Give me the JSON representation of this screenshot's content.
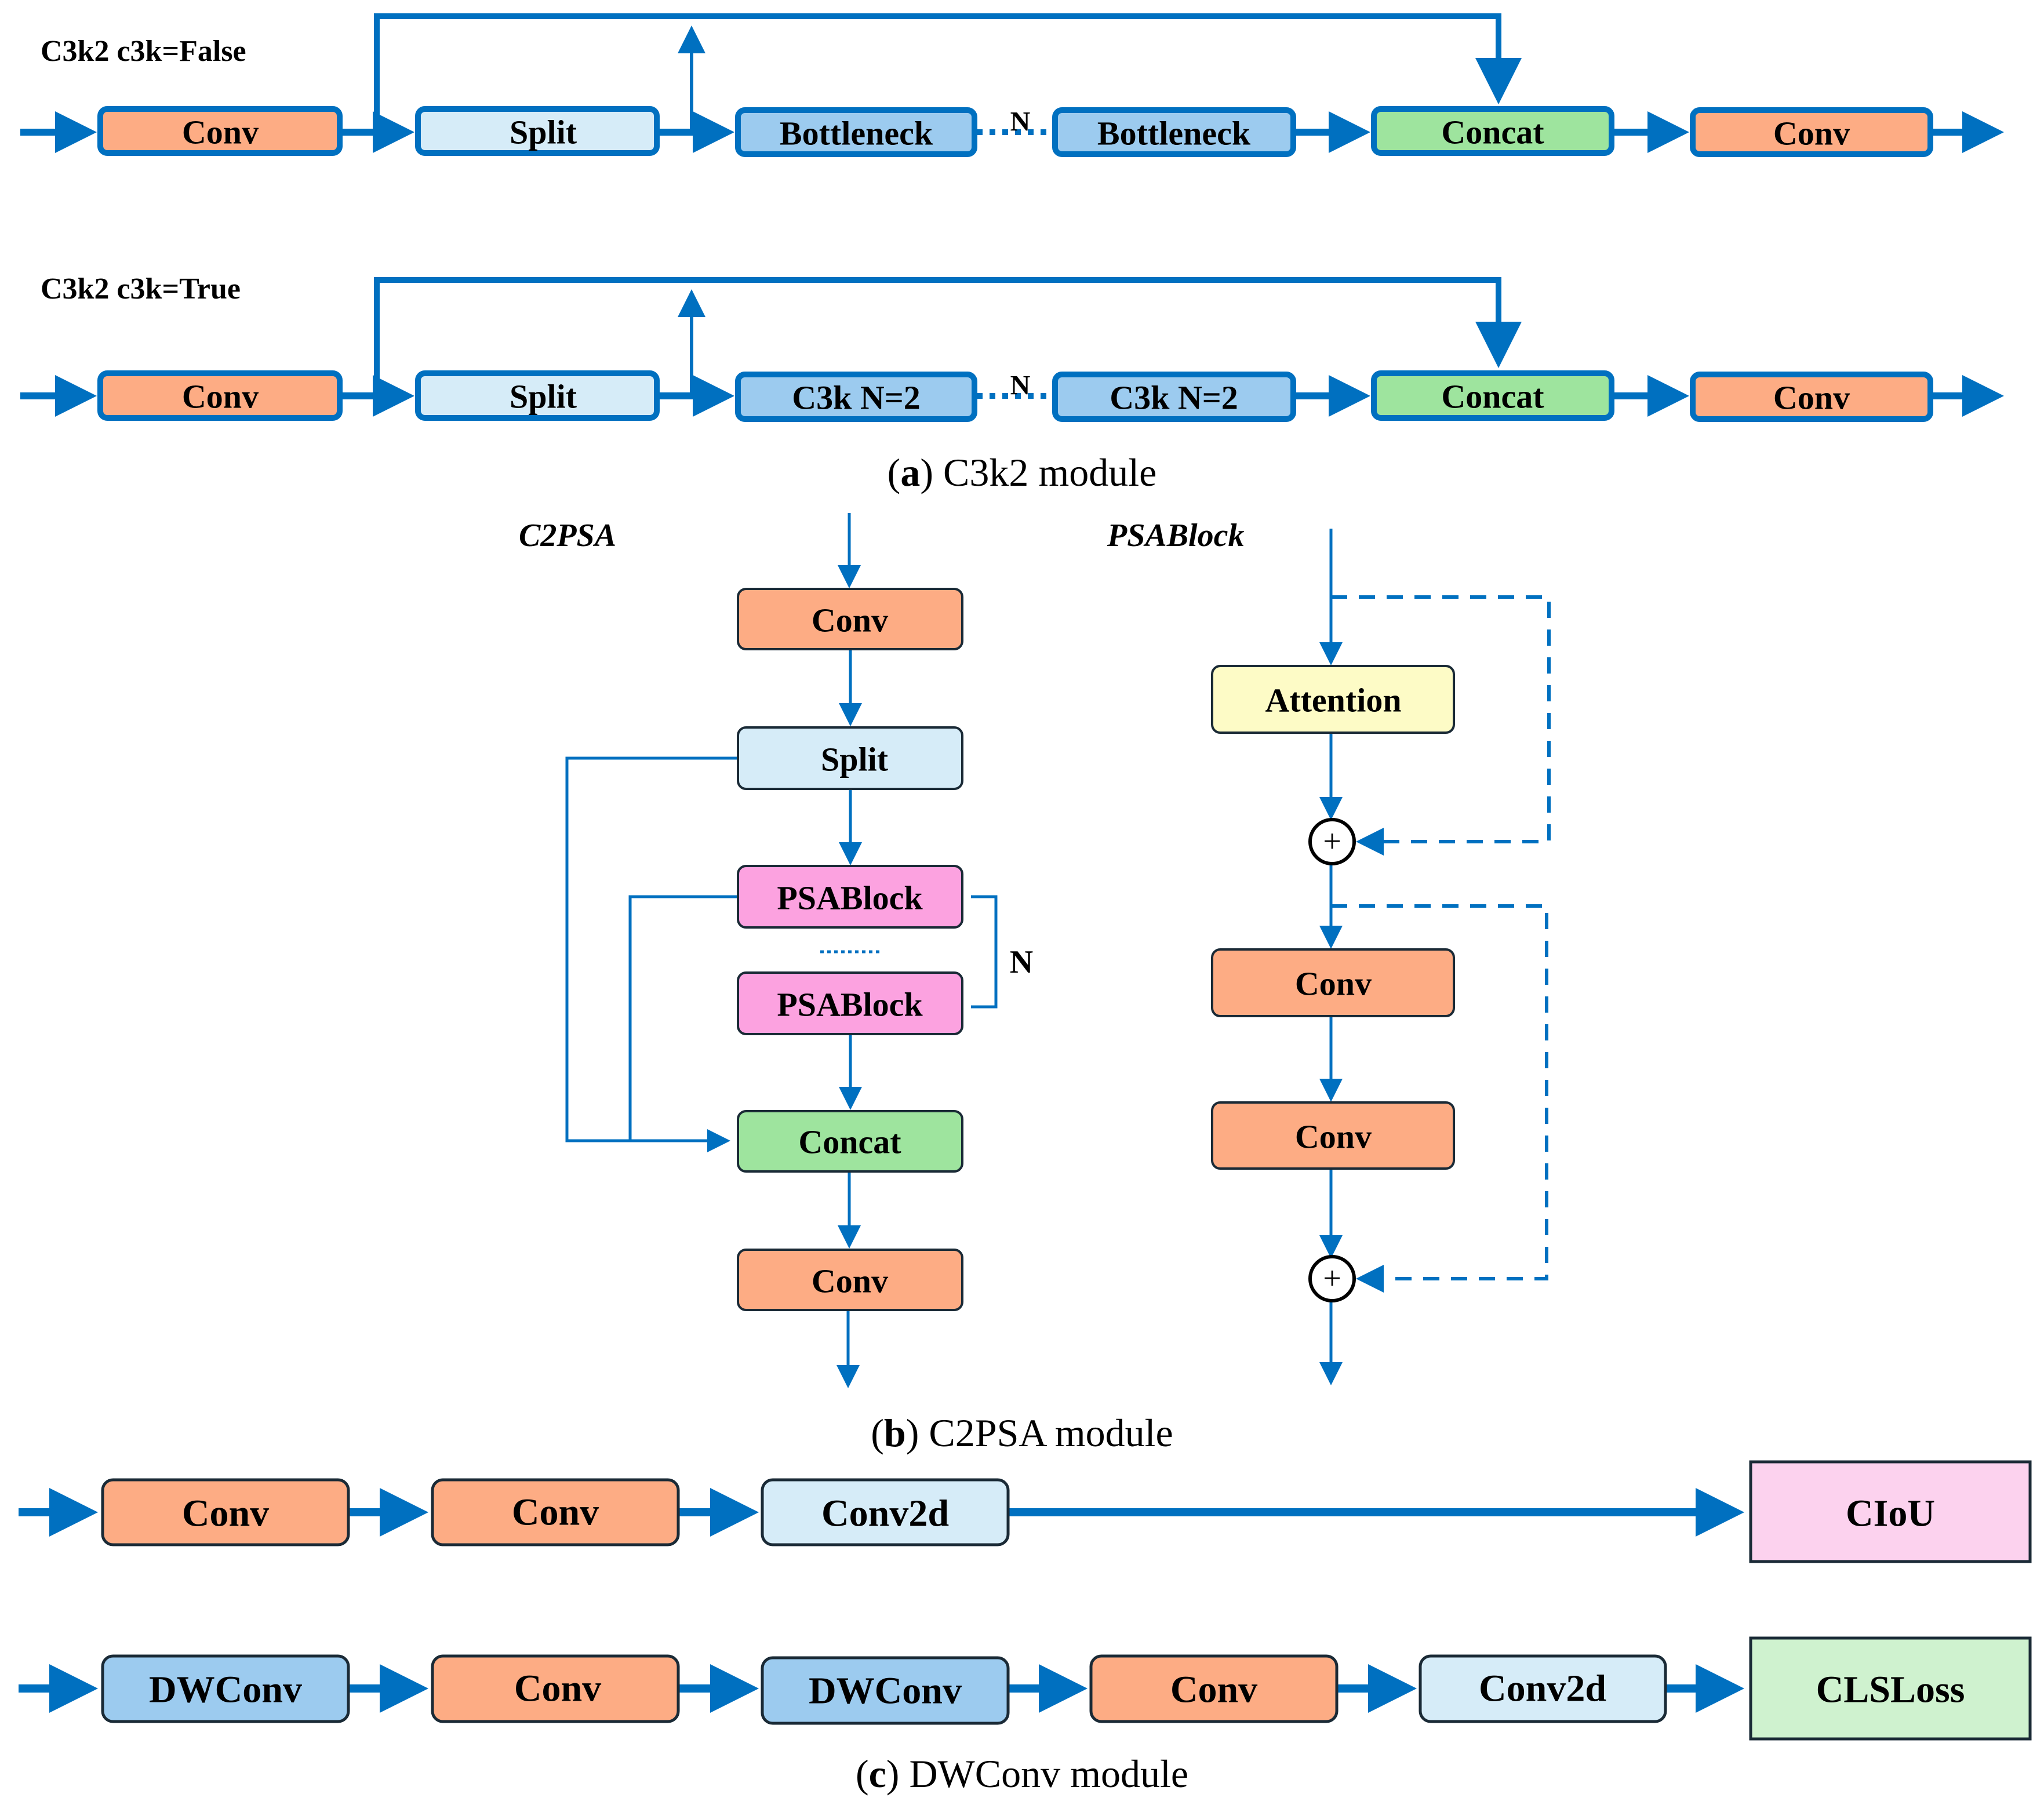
{
  "colors": {
    "flow": "#0070c0",
    "conv": "#fdac84",
    "split": "#d6ecf8",
    "bottleneck": "#9ccbef",
    "concat": "#9ee49e",
    "psablock": "#fca2e0",
    "attention": "#fdfbc6",
    "conv2d": "#d6ecf8",
    "dwconv": "#9ccbef",
    "ciou": "#fcd2ee",
    "clsloss": "#cff2cf"
  },
  "section_a": {
    "caption_letter": "a",
    "caption_text": " C3k2 module",
    "row1": {
      "title": "C3k2 c3k=False",
      "blocks": [
        "Conv",
        "Split",
        "Bottleneck",
        "Bottleneck",
        "Concat",
        "Conv"
      ],
      "repeat_label": "N"
    },
    "row2": {
      "title": "C3k2 c3k=True",
      "blocks": [
        "Conv",
        "Split",
        "C3k N=2",
        "C3k N=2",
        "Concat",
        "Conv"
      ],
      "repeat_label": "N"
    }
  },
  "section_b": {
    "caption_letter": "b",
    "caption_text": " C2PSA module",
    "c2psa": {
      "title": "C2PSA",
      "blocks": [
        "Conv",
        "Split",
        "PSABlock",
        "PSABlock",
        "Concat",
        "Conv"
      ],
      "repeat_label": "N"
    },
    "psablock": {
      "title": "PSABlock",
      "blocks": [
        "Attention",
        "Conv",
        "Conv"
      ],
      "add_symbol": "+"
    }
  },
  "section_c": {
    "caption_letter": "c",
    "caption_text": " DWConv module",
    "row1": {
      "blocks": [
        "Conv",
        "Conv",
        "Conv2d"
      ],
      "output": "CIoU"
    },
    "row2": {
      "blocks": [
        "DWConv",
        "Conv",
        "DWConv",
        "Conv",
        "Conv2d"
      ],
      "output": "CLSLoss"
    }
  }
}
